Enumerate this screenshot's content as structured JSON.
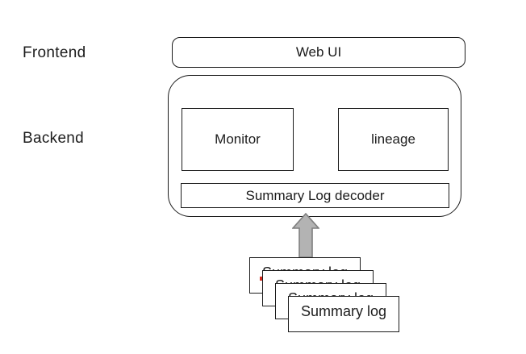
{
  "diagram": {
    "layers": {
      "frontend_label": "Frontend",
      "backend_label": "Backend"
    },
    "frontend": {
      "webui_label": "Web UI"
    },
    "backend": {
      "monitor_label": "Monitor",
      "lineage_label": "lineage",
      "decoder_label": "Summary Log decoder"
    },
    "log_stack": {
      "count": 4,
      "labels": [
        "Summary log",
        "Summary log",
        "Summary log",
        "Summary log"
      ]
    },
    "arrow": {
      "direction": "up",
      "fill": "#b3b3b3",
      "stroke": "#7f7f7f"
    },
    "colors": {
      "border": "#1c1c1c",
      "background": "#ffffff",
      "spellcheck_mark": "#d42a1e"
    }
  }
}
